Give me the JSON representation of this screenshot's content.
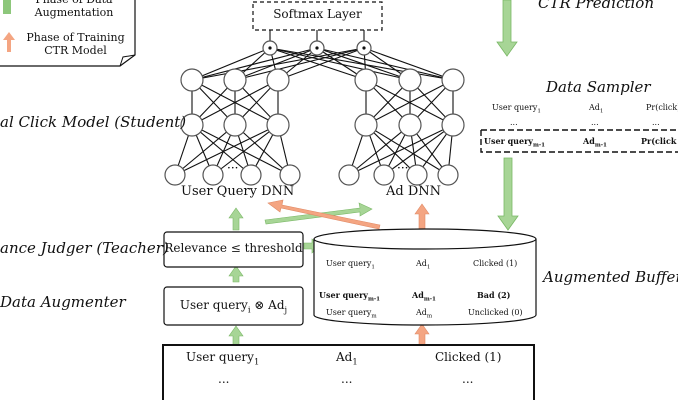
{
  "legend": {
    "augmentation_phase": "Phase of Data Augmentation",
    "training_phase": "Phase of Training CTR Model",
    "colors": {
      "augmentation": "#8dc77b",
      "training": "#f4a582"
    }
  },
  "ctr_prediction": "CTR Prediction",
  "softmax_layer": "Softmax Layer",
  "student_label": "al Click Model (Student)",
  "teacher_label": "ance Judger (Teacher)",
  "augmenter_label": "Data Augmenter",
  "data_sampler": {
    "title": "Data Sampler",
    "row1": [
      "User query",
      "Ad",
      "Pr(click)"
    ],
    "row1_sub": [
      "1",
      "1",
      ""
    ],
    "dots": [
      "...",
      "...",
      "..."
    ],
    "row2": [
      "User query",
      "Ad",
      "Pr(click"
    ],
    "row2_sub": [
      "m-1",
      "m-1",
      ""
    ]
  },
  "user_query_dnn": "User Query DNN",
  "ad_dnn": "Ad DNN",
  "relevance_box": "Relevance  ≤  threshold",
  "augmenter_box": {
    "a": "User query",
    "a_sub": "i",
    "op": " ⊗ Ad",
    "b_sub": "j"
  },
  "augmented_buffer": {
    "title": "Augmented Buffer",
    "rows": [
      {
        "q": "User query",
        "q_sub": "1",
        "ad": "Ad",
        "ad_sub": "1",
        "label": "Clicked  (1)",
        "bold": false
      },
      {
        "q": "User query",
        "q_sub": "m-1",
        "ad": "Ad",
        "ad_sub": "m-1",
        "label": "Bad (2)",
        "bold": true
      },
      {
        "q": "User query",
        "q_sub": "m",
        "ad": "Ad",
        "ad_sub": "m",
        "label": "Unclicked  (0)",
        "bold": false
      }
    ]
  },
  "bottom_table": {
    "row1": {
      "q": "User query",
      "q_sub": "1",
      "ad": "Ad",
      "ad_sub": "1",
      "label": "Clicked (1)"
    },
    "dots": [
      "...",
      "...",
      "..."
    ]
  }
}
